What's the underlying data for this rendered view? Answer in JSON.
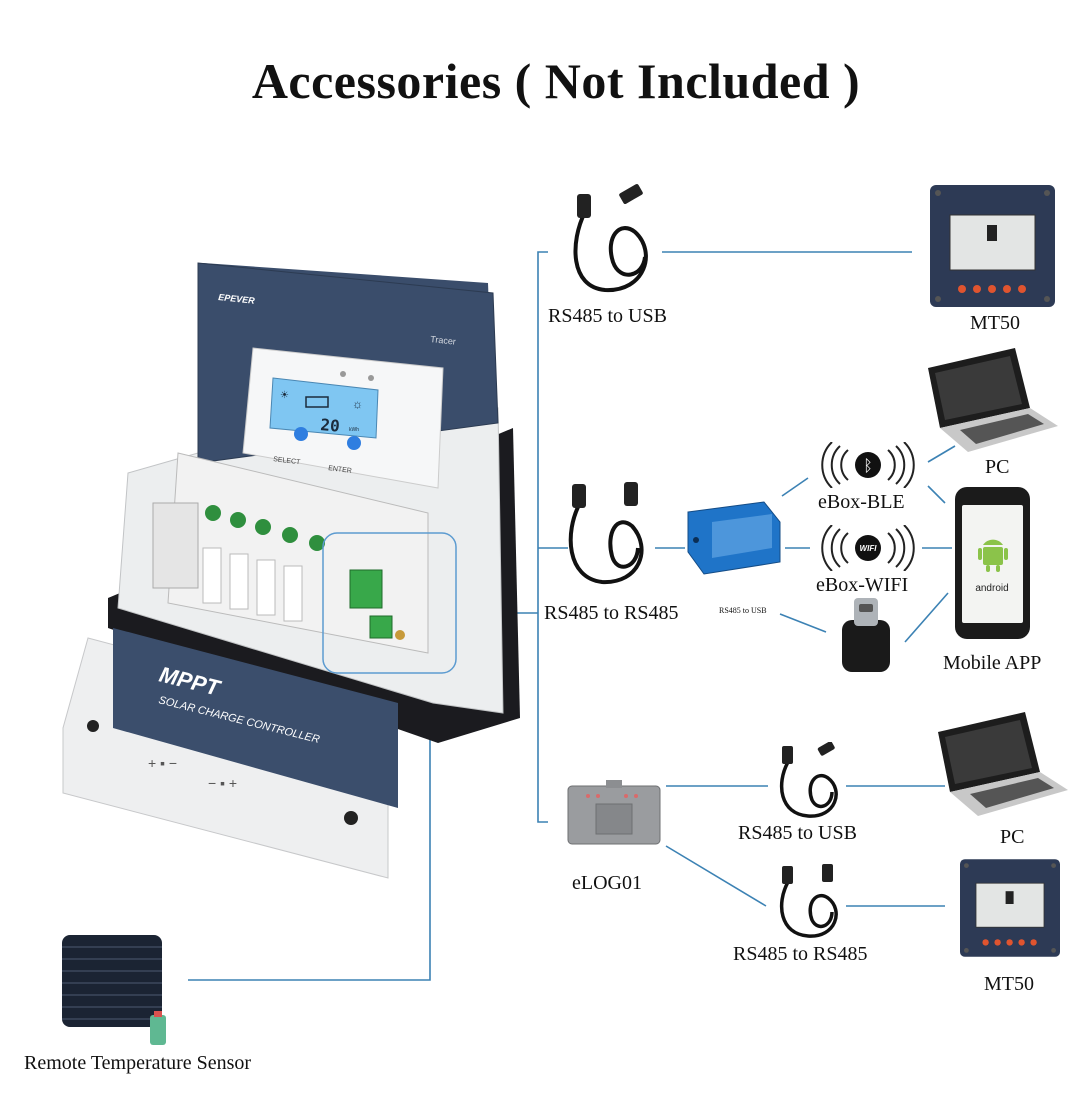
{
  "title": "Accessories ( Not Included )",
  "controller": {
    "brand": "EPEVER",
    "model_tag": "Tracer",
    "lcd_value": "20",
    "lcd_unit": "kWh",
    "button_select": "SELECT",
    "button_enter": "ENTER",
    "front_big": "MPPT",
    "front_sub": "SOLAR CHARGE CONTROLLER"
  },
  "labels": {
    "rs485_usb_top": "RS485 to USB",
    "mt50_top": "MT50",
    "pc_top": "PC",
    "ebox_ble": "eBox-BLE",
    "ebox_wifi": "eBox-WIFI",
    "rs485_rs485_mid": "RS485 to RS485",
    "rs485_usb_small": "RS485 to USB",
    "mobile_app": "Mobile APP",
    "rs485_usb_low": "RS485 to USB",
    "pc_low": "PC",
    "elog": "eLOG01",
    "rs485_rs485_low": "RS485 to RS485",
    "mt50_low": "MT50",
    "remote_sensor": "Remote Temperature Sensor",
    "android": "android",
    "wifi_badge": "WIFI"
  },
  "colors": {
    "wire": "#3c82b4",
    "controller_navy": "#3a4d6b",
    "lcd_blue": "#7fc6f2",
    "ebox_blue": "#1f74c8",
    "android_green": "#8bc34a"
  }
}
